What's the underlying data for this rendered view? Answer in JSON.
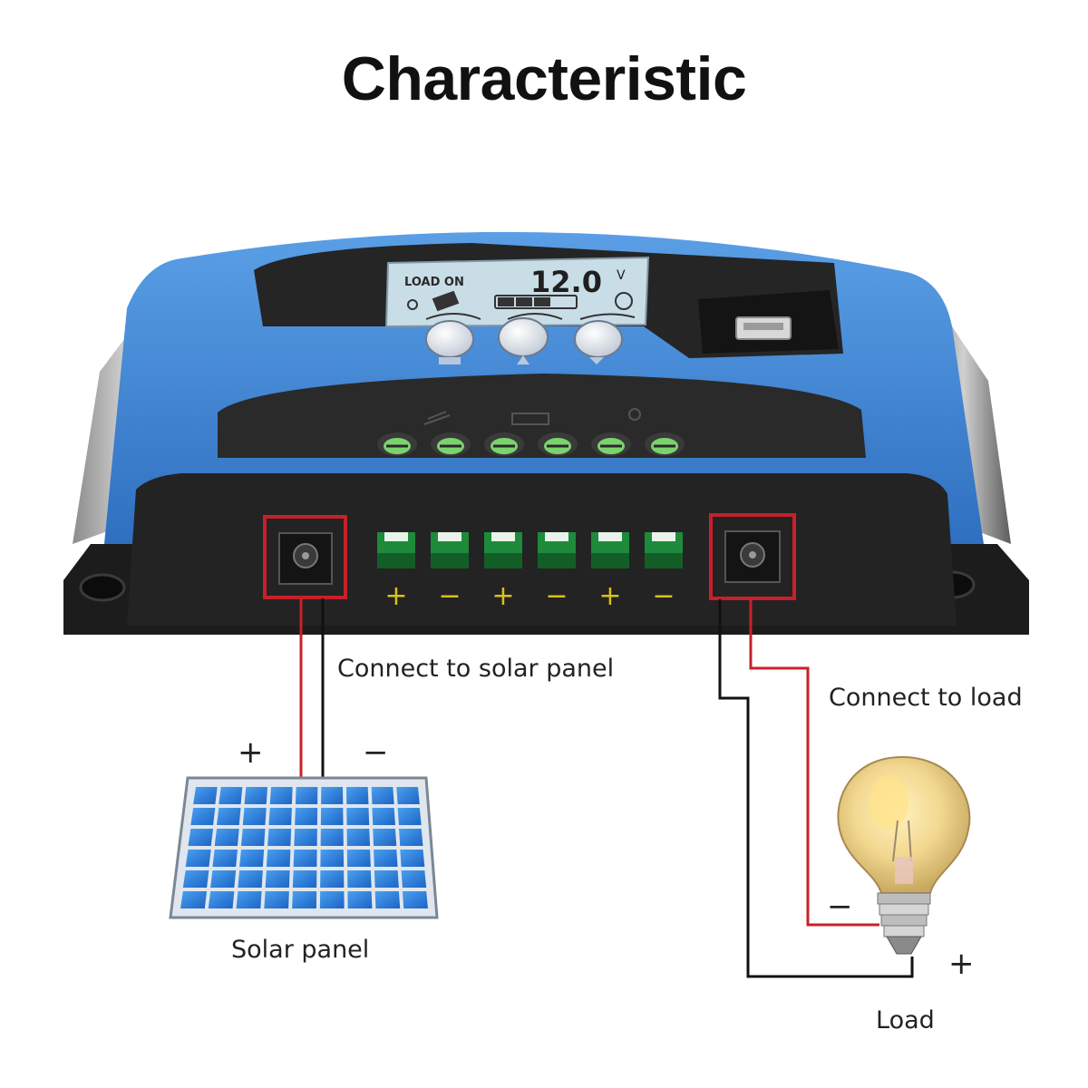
{
  "title": "Characteristic",
  "lcd": {
    "status": "LOAD ON",
    "voltage": "12.0",
    "unit": "V"
  },
  "terminals": {
    "polarity": [
      "+",
      "−",
      "+",
      "−",
      "+",
      "−"
    ]
  },
  "labels": {
    "connect_solar": "Connect to solar panel",
    "connect_load": "Connect to load",
    "solar_panel": "Solar panel",
    "load": "Load"
  },
  "solar_polarity": {
    "plus": "+",
    "minus": "−"
  },
  "load_polarity": {
    "plus": "+",
    "minus": "−"
  },
  "colors": {
    "housing_blue": "#3d86d8",
    "housing_black": "#1f1f1f",
    "highlight_box": "#c8202a",
    "wire_red": "#c8202a",
    "terminal_green": "#1e8a3c",
    "polarity_yellow": "#d8c21a",
    "lcd": "#c9dde6"
  }
}
